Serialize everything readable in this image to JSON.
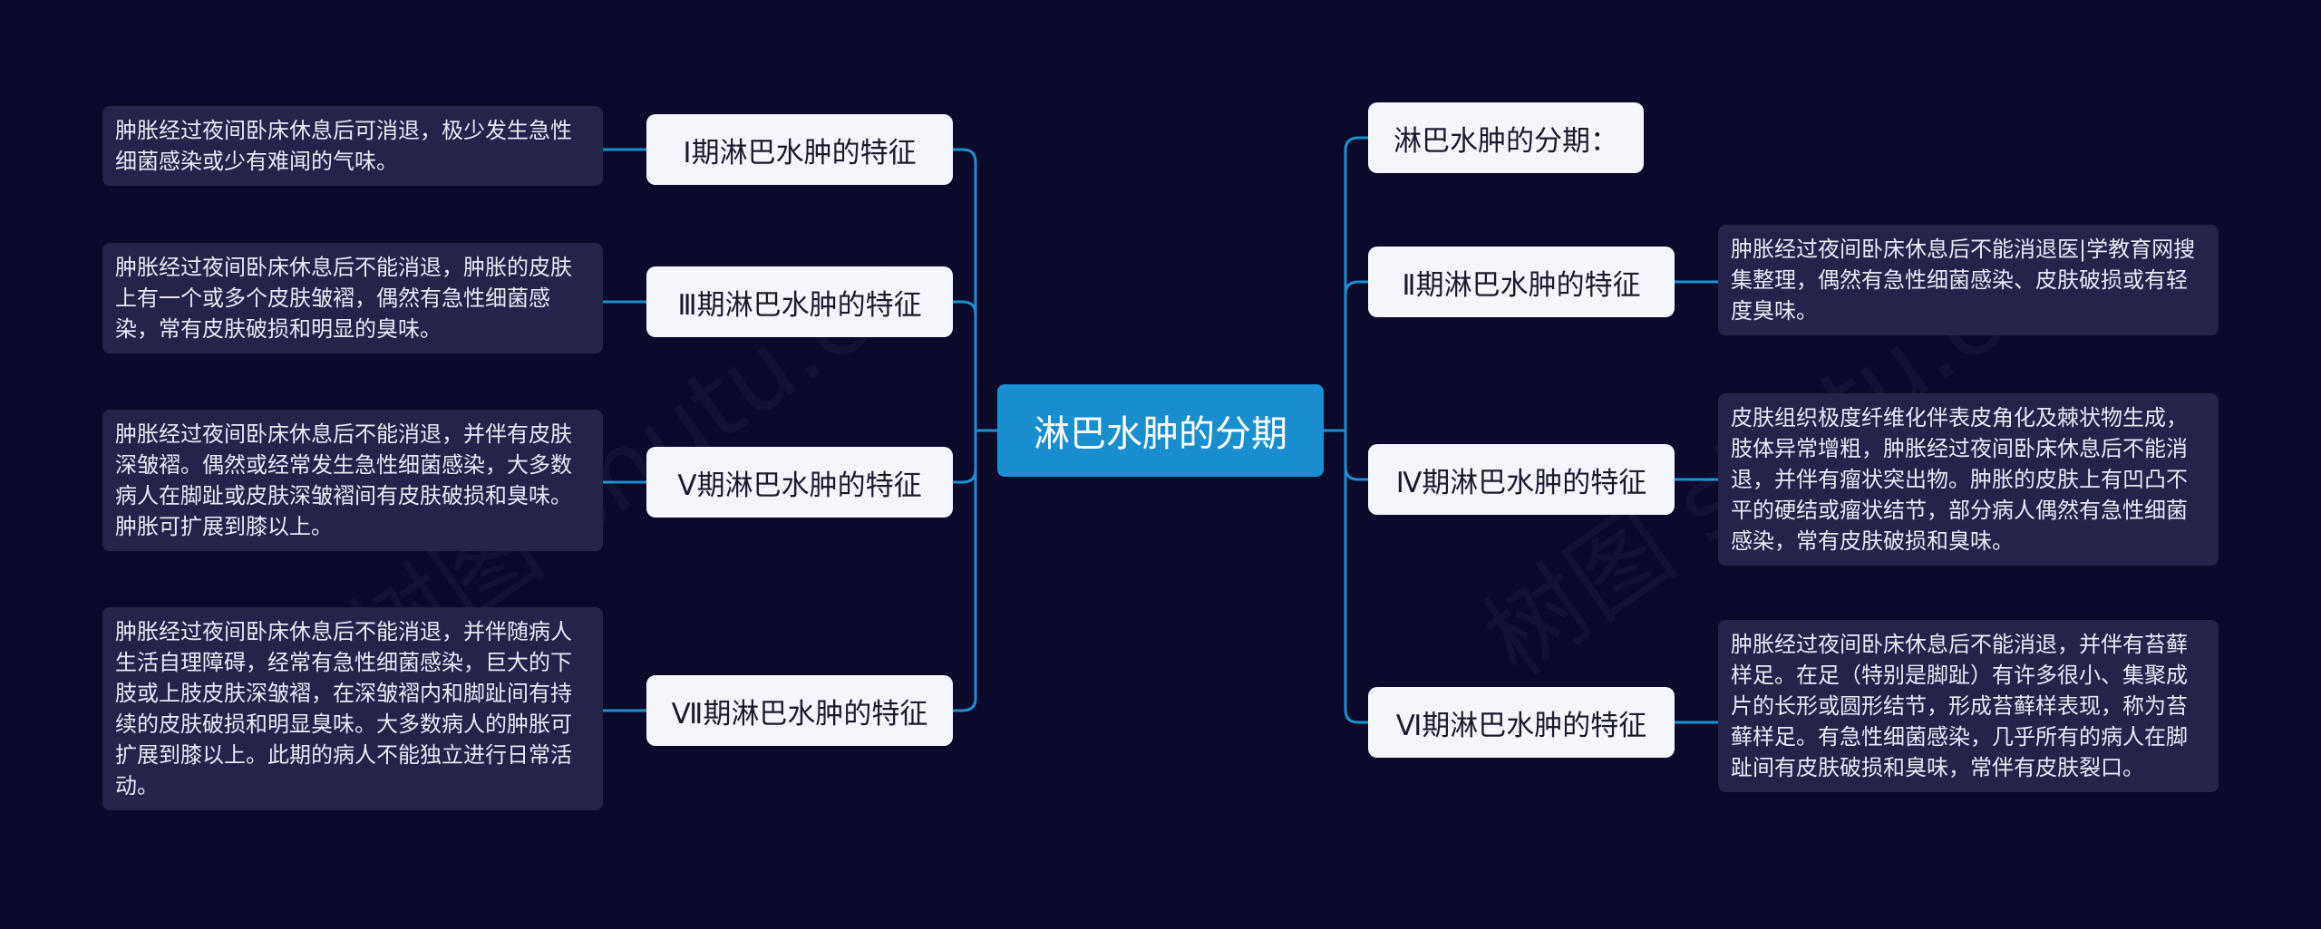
{
  "root": {
    "label": "淋巴水肿的分期"
  },
  "left_branches": [
    {
      "label": "Ⅰ期淋巴水肿的特征",
      "detail": "肿胀经过夜间卧床休息后可消退，极少发生急性细菌感染或少有难闻的气味。"
    },
    {
      "label": "Ⅲ期淋巴水肿的特征",
      "detail": "肿胀经过夜间卧床休息后不能消退，肿胀的皮肤上有一个或多个皮肤皱褶，偶然有急性细菌感染，常有皮肤破损和明显的臭味。"
    },
    {
      "label": "Ⅴ期淋巴水肿的特征",
      "detail": "肿胀经过夜间卧床休息后不能消退，并伴有皮肤深皱褶。偶然或经常发生急性细菌感染，大多数病人在脚趾或皮肤深皱褶间有皮肤破损和臭味。肿胀可扩展到膝以上。"
    },
    {
      "label": "Ⅶ期淋巴水肿的特征",
      "detail": "肿胀经过夜间卧床休息后不能消退，并伴随病人生活自理障碍，经常有急性细菌感染，巨大的下肢或上肢皮肤深皱褶，在深皱褶内和脚趾间有持续的皮肤破损和明显臭味。大多数病人的肿胀可扩展到膝以上。此期的病人不能独立进行日常活动。"
    }
  ],
  "right_branches": [
    {
      "label": "淋巴水肿的分期：",
      "detail": ""
    },
    {
      "label": "Ⅱ期淋巴水肿的特征",
      "detail": "肿胀经过夜间卧床休息后不能消退医|学教育网搜集整理，偶然有急性细菌感染、皮肤破损或有轻度臭味。"
    },
    {
      "label": "Ⅳ期淋巴水肿的特征",
      "detail": "皮肤组织极度纤维化伴表皮角化及棘状物生成，肢体异常增粗，肿胀经过夜间卧床休息后不能消退，并伴有瘤状突出物。肿胀的皮肤上有凹凸不平的硬结或瘤状结节，部分病人偶然有急性细菌感染，常有皮肤破损和臭味。"
    },
    {
      "label": "Ⅵ期淋巴水肿的特征",
      "detail": "肿胀经过夜间卧床休息后不能消退，并伴有苔藓样足。在足（特别是脚趾）有许多很小、集聚成片的长形或圆形结节，形成苔藓样表现，称为苔藓样足。有急性细菌感染，几乎所有的病人在脚趾间有皮肤破损和臭味，常伴有皮肤裂口。"
    }
  ],
  "watermarks": [
    "树图 shutu.cn",
    "树图 shutu.cn"
  ],
  "colors": {
    "background": "#0b0a2b",
    "root": "#1a8fd0",
    "link": "#1a8fd0",
    "branch": "#f4f6fc",
    "leaf": "#24234a"
  }
}
